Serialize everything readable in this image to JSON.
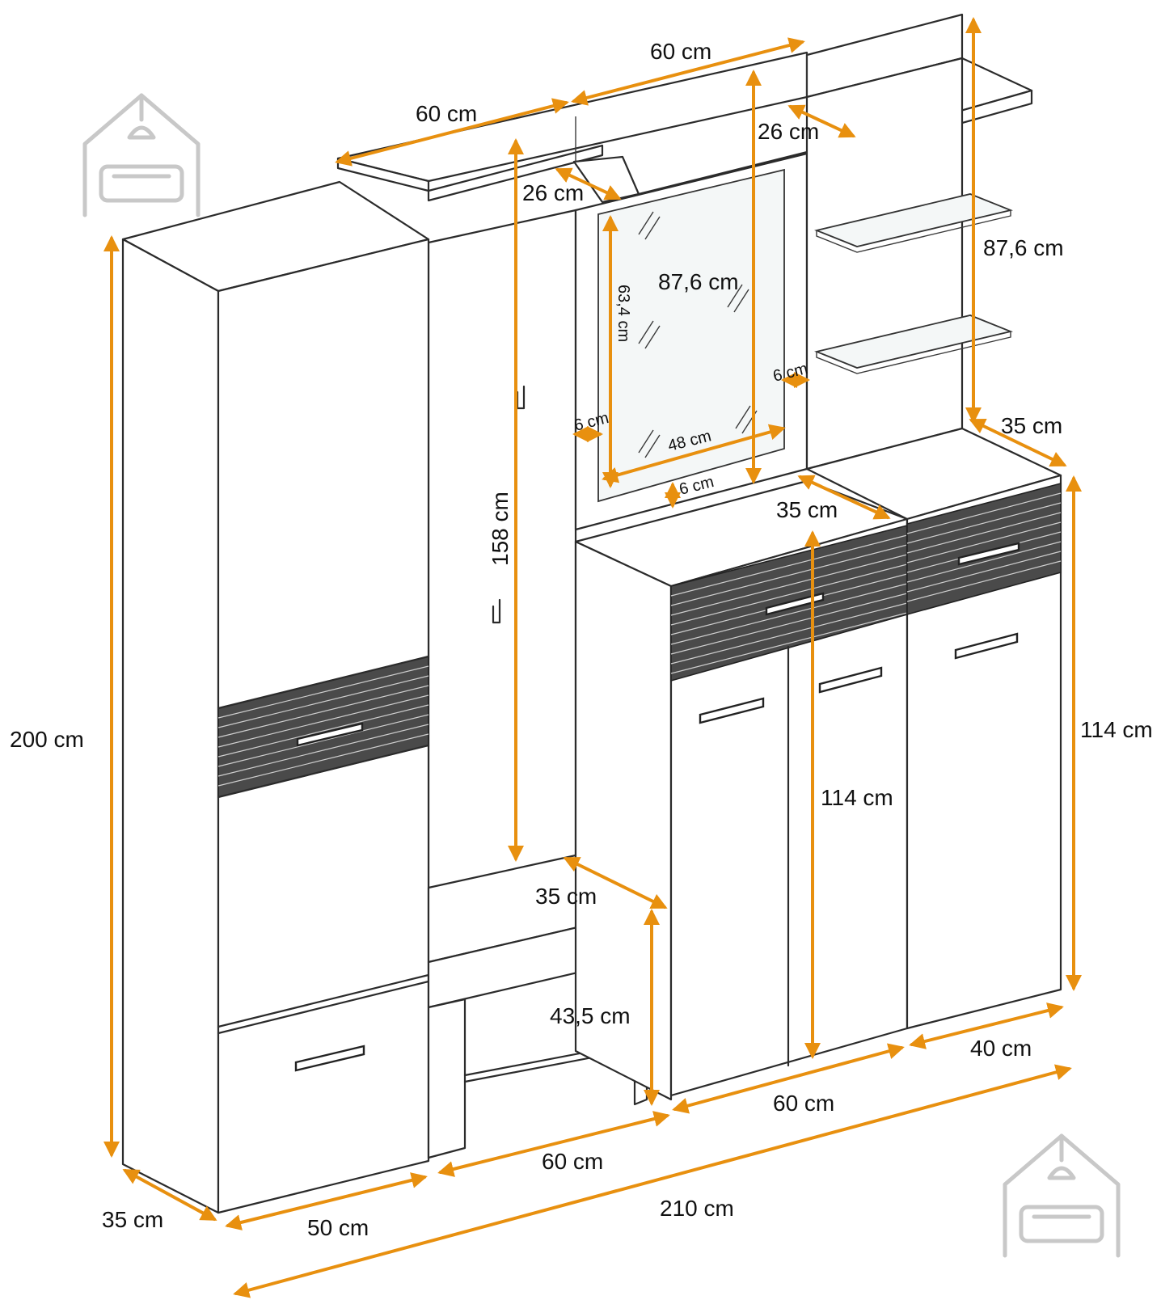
{
  "dimensions": {
    "top_shelf_left_width": "60 cm",
    "top_shelf_mid_width": "60 cm",
    "top_shelf_left_depth": "26 cm",
    "top_shelf_right_depth": "26 cm",
    "mirror_height_outer": "87,6 cm",
    "mirror_height_inner": "63,4 cm",
    "mirror_width_inner": "48 cm",
    "mirror_frame_left": "6 cm",
    "mirror_frame_right": "6 cm",
    "mirror_frame_bottom": "6 cm",
    "glass_shelf_panel_height": "87,6 cm",
    "glass_cabinet_depth": "35 cm",
    "shoe_cabinet_depth": "35 cm",
    "hook_panel_height": "158 cm",
    "wardrobe_height": "200 cm",
    "wardrobe_depth": "35 cm",
    "wardrobe_width": "50 cm",
    "bench_depth": "35 cm",
    "bench_height": "43,5 cm",
    "bench_width": "60 cm",
    "shoe_cabinet_height_front": "114 cm",
    "shoe_cabinet_height_side": "114 cm",
    "shoe_cabinet_width": "60 cm",
    "small_cabinet_width": "40 cm",
    "total_width": "210 cm"
  },
  "colors": {
    "dimension_line": "#e8900f",
    "outline": "#2b2b2b",
    "logo": "#c8c8c8"
  },
  "icons": {
    "watermark_top_left": "house-sofa-logo-icon",
    "watermark_bottom_right": "house-sofa-logo-icon"
  }
}
